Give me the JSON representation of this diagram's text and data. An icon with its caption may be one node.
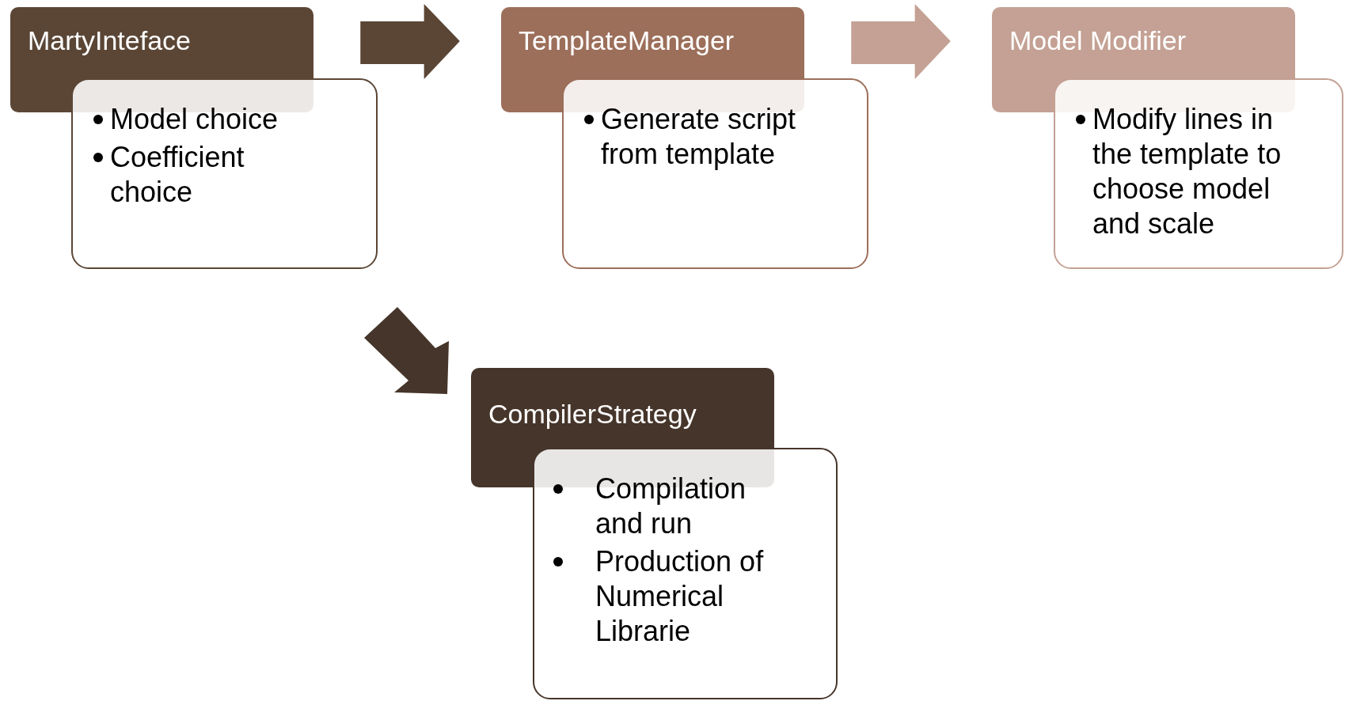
{
  "diagram": {
    "nodes": [
      {
        "text": [
          "MartyInteface"
        ]
      },
      {
        "text": [
          "Model choice",
          "Coefficient choice"
        ]
      },
      {
        "text": [
          "TemplateManager"
        ]
      },
      {
        "text": [
          "Generate script from template"
        ]
      },
      {
        "text": [
          "Model Modifier"
        ]
      },
      {
        "text": [
          "Modify lines in the template to choose model and scale"
        ]
      },
      {
        "text": [
          "CompilerStrategy"
        ]
      },
      {
        "text": [
          "Compilation and run",
          "Production of Numerical Librarie"
        ]
      }
    ],
    "edges": [
      {
        "from": 0,
        "to": 2,
        "arrow": "to",
        "color": "#5b4636"
      },
      {
        "from": 2,
        "to": 4,
        "arrow": "to",
        "color": "#c4a194"
      },
      {
        "from": 1,
        "to": 6,
        "arrow": "to",
        "color": "#46352a"
      }
    ]
  }
}
